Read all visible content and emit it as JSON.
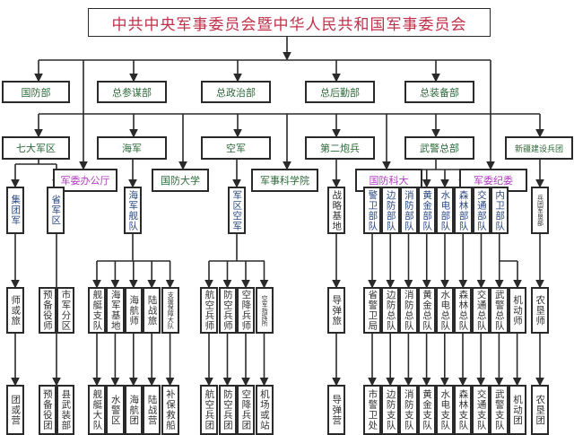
{
  "title": "中共中央军事委员会暨中华人民共和国军事委员会",
  "departments": [
    "国防部",
    "总参谋部",
    "总政治部",
    "总后勤部",
    "总装备部"
  ],
  "services": [
    "七大军区",
    "海军",
    "空军",
    "第二炮兵",
    "武警总部",
    "新疆建设兵团"
  ],
  "institutions": [
    "军委办公厅",
    "国防大学",
    "军事科学院",
    "国防科大",
    "军委纪委"
  ],
  "level3": [
    "集团军",
    "省军区",
    "海军舰队",
    "军区空军",
    "战略基地",
    "警卫部队",
    "边防部队",
    "消防部队",
    "黄金部队",
    "水电部队",
    "森林部队",
    "交通部队",
    "内卫部队",
    "兵团军垦部"
  ],
  "level4": [
    "师或旅",
    "预备役师",
    "市军分区",
    "舰艇支队",
    "海军基地",
    "海航师",
    "陆战旅",
    "支援保障大队",
    "航空兵师",
    "防空兵师",
    "空降兵师",
    "空军指挥所",
    "导弹旅",
    "省警卫局",
    "边防总队",
    "消防总队",
    "黄金总队",
    "水电总队",
    "森林总队",
    "交通总队",
    "武警总队",
    "机动师",
    "农垦师"
  ],
  "level5": [
    "团或营",
    "预备役团",
    "县武装部",
    "舰艇大队",
    "水警区",
    "海航团",
    "陆战营",
    "补保救船",
    "航空兵团",
    "防空兵团",
    "空降兵团",
    "机场或站",
    "导弹营",
    "市警卫处",
    "边防支队",
    "消防支队",
    "黄金支队",
    "水电支队",
    "森林支队",
    "交通支队",
    "武警支队",
    "机动团",
    "农垦团"
  ],
  "colors": {
    "title": "#c0304a",
    "text_green": "#2e6a3a",
    "text_magenta": "#b23cc0",
    "line": "#2a2a2a"
  }
}
